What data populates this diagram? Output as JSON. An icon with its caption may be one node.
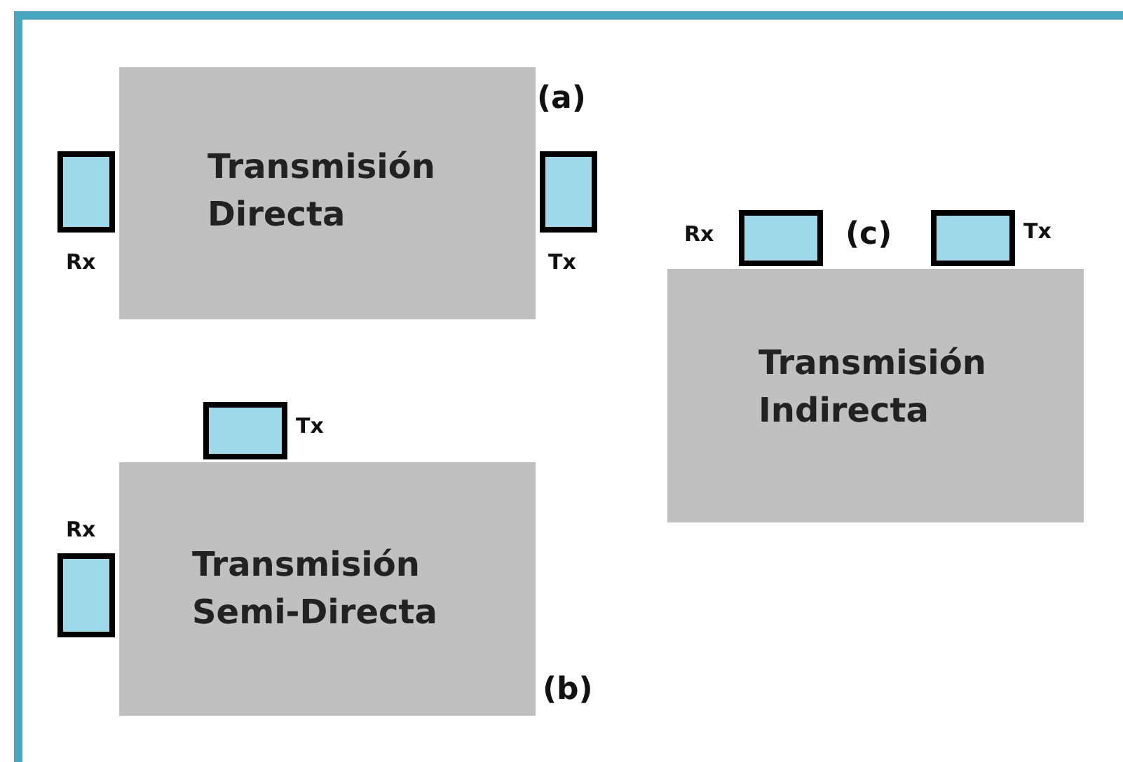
{
  "diagram": {
    "nodes": [
      {
        "text": [
          "Transmisión Directa"
        ]
      },
      {
        "text": [],
        "shape": "box",
        "beside": [
          "Rx"
        ]
      },
      {
        "text": [],
        "shape": "box",
        "beside": [
          "Tx"
        ]
      },
      {
        "text": [
          "Transmisión Indirecta"
        ]
      },
      {
        "text": [],
        "shape": "box",
        "beside": [
          "Rx"
        ]
      },
      {
        "text": [],
        "shape": "box",
        "beside": [
          "Tx"
        ]
      },
      {
        "text": [],
        "shape": "box",
        "beside": [
          "Tx"
        ]
      },
      {
        "text": [
          "Transmisión Semi-Directa"
        ]
      },
      {
        "text": [],
        "shape": "box",
        "beside": [
          "Rx"
        ]
      }
    ],
    "labels": [
      "(a)",
      "(c)",
      "(b)"
    ]
  }
}
